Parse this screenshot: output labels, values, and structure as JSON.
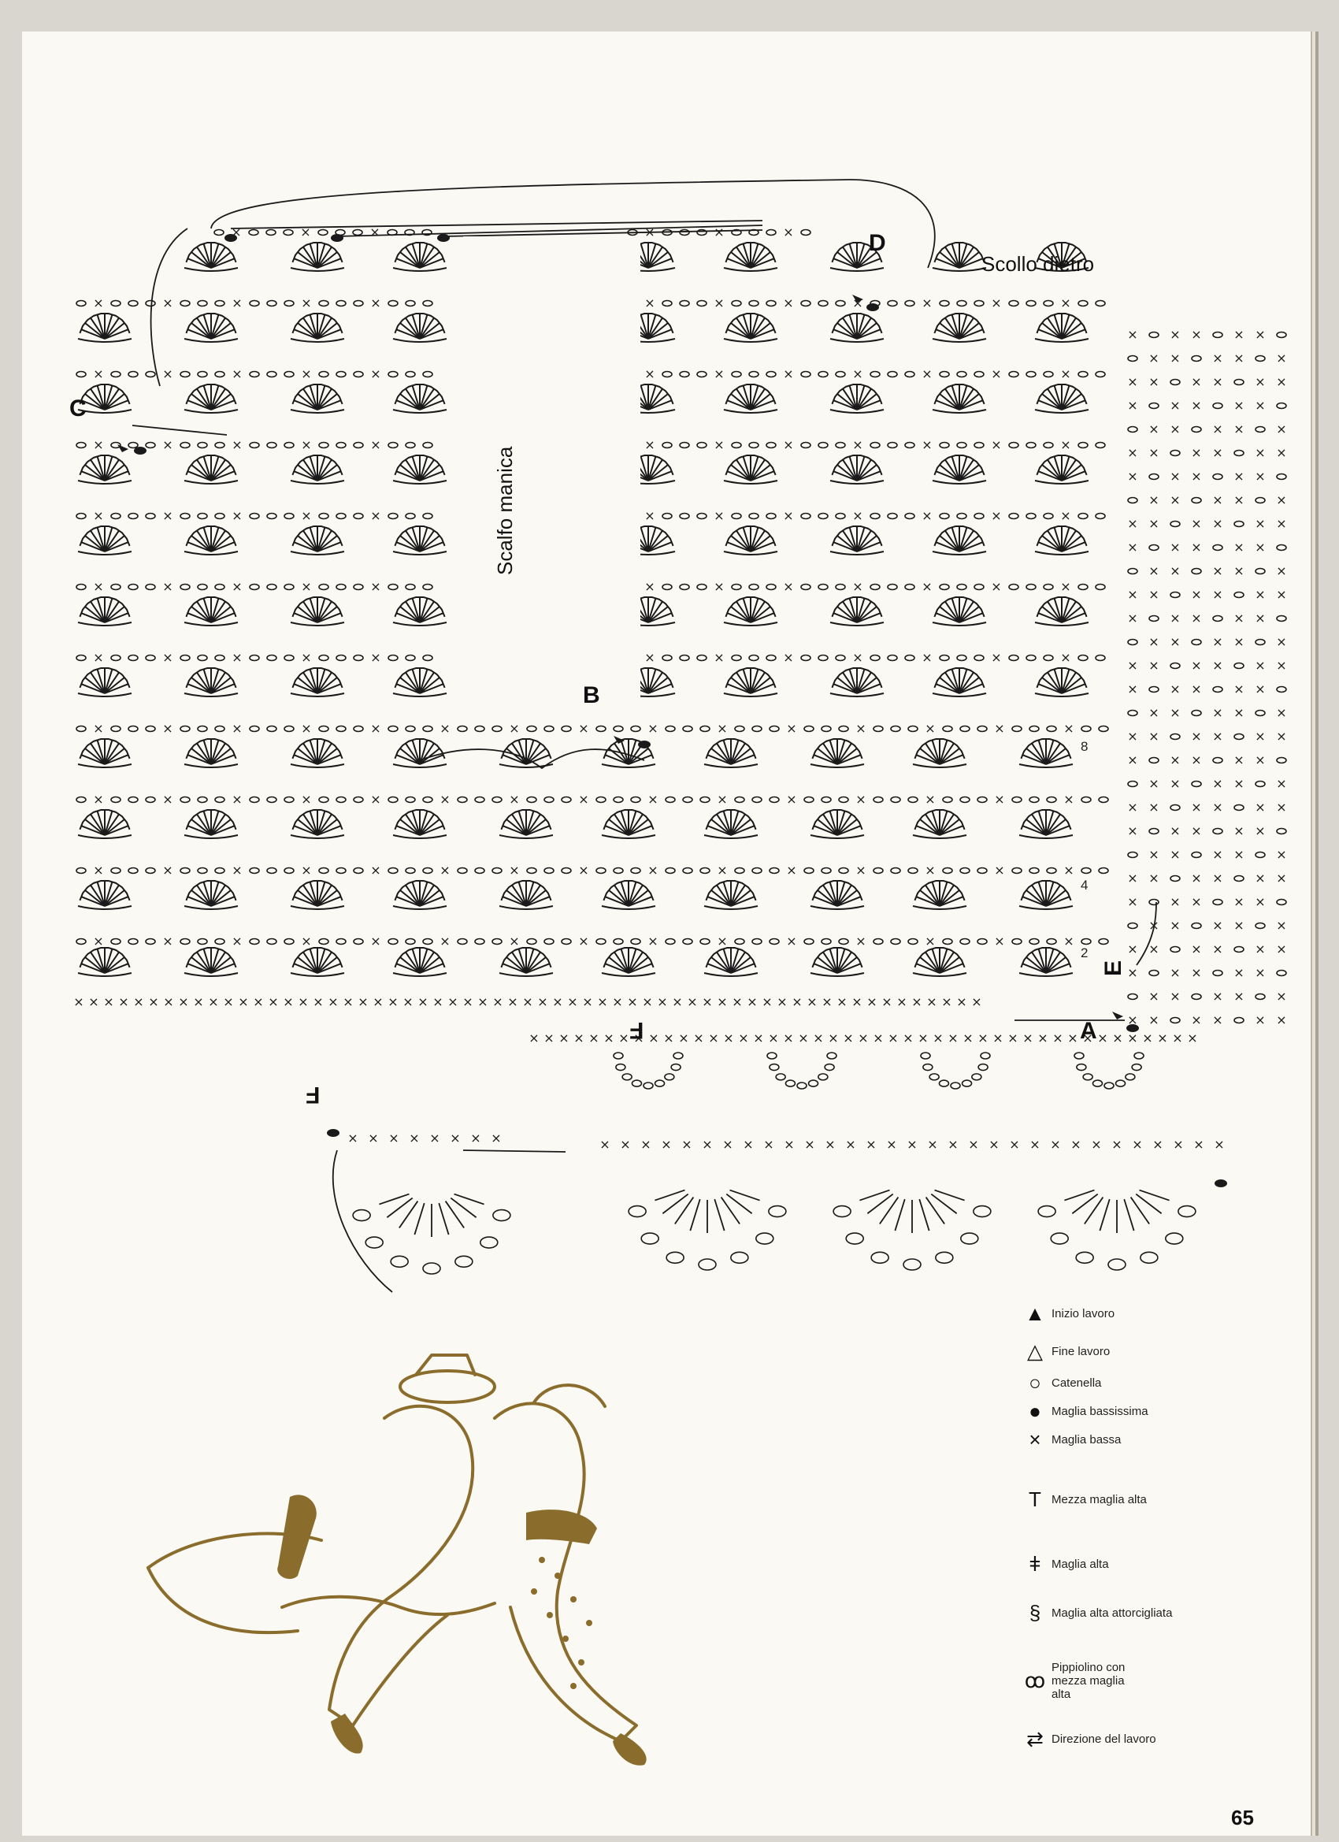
{
  "labels": {
    "scollo": "Scollo dietro",
    "scalfo": "Scalfo manica",
    "letters": {
      "A": "A",
      "B": "B",
      "C": "C",
      "D": "D",
      "E": "E",
      "F": "F",
      "F2": "F"
    },
    "row_numbers": [
      "8",
      "4",
      "2"
    ]
  },
  "legend": [
    {
      "icon": "start-arrow-icon",
      "glyph": "▲",
      "label": "Inizio lavoro"
    },
    {
      "icon": "end-arrow-icon",
      "glyph": "△",
      "label": "Fine lavoro"
    },
    {
      "icon": "chain-stitch-icon",
      "glyph": "○",
      "label": "Catenella"
    },
    {
      "icon": "slip-stitch-icon",
      "glyph": "●",
      "label": "Maglia bassissima"
    },
    {
      "icon": "single-crochet-icon",
      "glyph": "×",
      "label": "Maglia bassa"
    },
    {
      "icon": "half-double-crochet-icon",
      "glyph": "T",
      "label": "Mezza maglia alta"
    },
    {
      "icon": "double-crochet-icon",
      "glyph": "ǂ",
      "label": "Maglia alta"
    },
    {
      "icon": "twisted-double-crochet-icon",
      "glyph": "§",
      "label": "Maglia alta attorcigliata"
    },
    {
      "icon": "picot-icon",
      "glyph": "ꝏ",
      "label": "Pippiolino con mezza maglia alta"
    },
    {
      "icon": "direction-arrows-icon",
      "glyph": "⇄",
      "label": "Direzione del lavoro"
    }
  ],
  "page_number": "65",
  "colors": {
    "ink": "#1a1a1a",
    "illustration": "#8a6d2c",
    "paper": "#fbf9f3"
  }
}
